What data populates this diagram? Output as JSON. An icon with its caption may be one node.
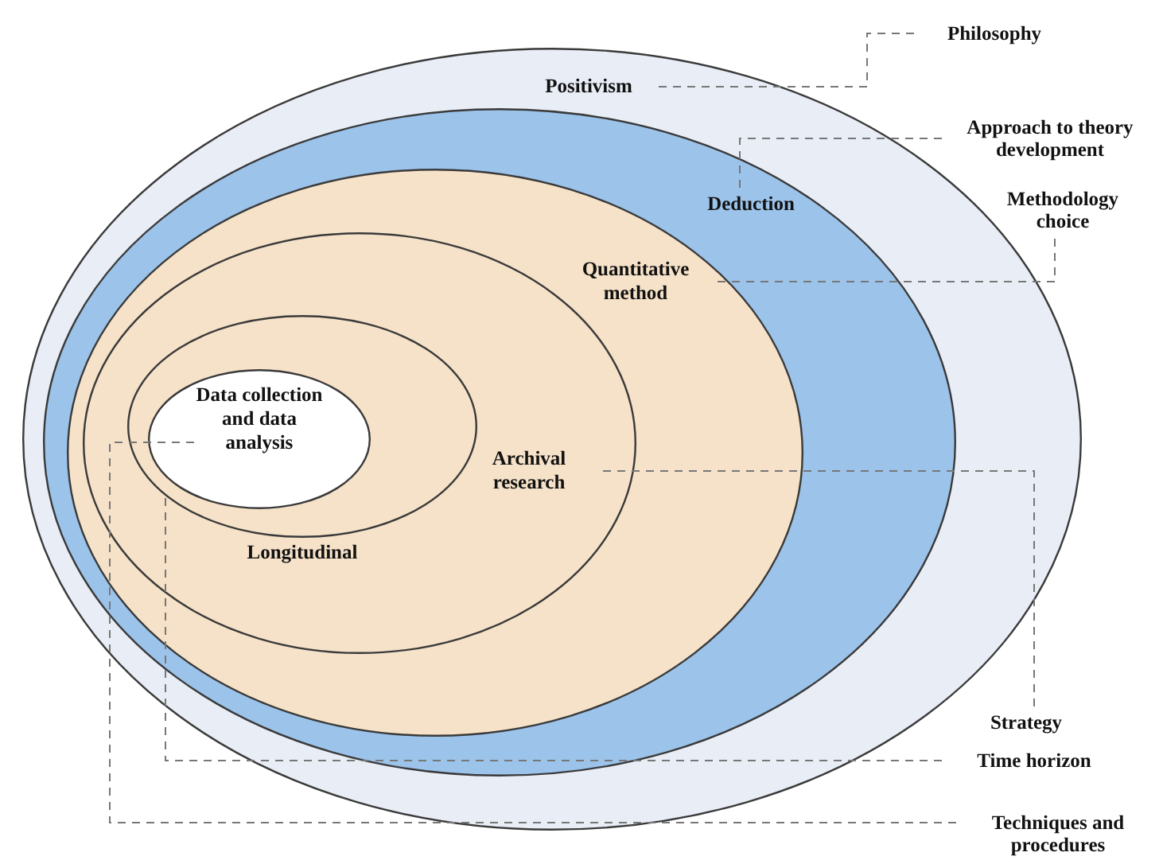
{
  "diagram": {
    "nodes": [
      {
        "text": [
          "Positivism"
        ]
      },
      {
        "text": [
          "Deduction"
        ],
        "in": 0
      },
      {
        "text": [
          "Quantitative method"
        ],
        "in": 1
      },
      {
        "text": [
          "Archival research"
        ],
        "in": 2
      },
      {
        "text": [
          "Longitudinal"
        ],
        "in": 3
      },
      {
        "text": [
          "Data collection and data analysis"
        ],
        "in": 4
      },
      {
        "text": [
          "Philosophy"
        ]
      },
      {
        "text": [
          "Approach to theory development"
        ]
      },
      {
        "text": [
          "Methodology choice"
        ]
      },
      {
        "text": [
          "Strategy"
        ]
      },
      {
        "text": [
          "Time horizon"
        ]
      },
      {
        "text": [
          "Techniques and procedures"
        ]
      }
    ],
    "edges": [
      {
        "from": 0,
        "to": 6,
        "arrow": "none",
        "style": "dashed"
      },
      {
        "from": 1,
        "to": 7,
        "arrow": "none",
        "style": "dashed"
      },
      {
        "from": 2,
        "to": 8,
        "arrow": "none",
        "style": "dashed"
      },
      {
        "from": 3,
        "to": 9,
        "arrow": "none",
        "style": "dashed"
      },
      {
        "from": 4,
        "to": 10,
        "arrow": "none",
        "style": "dashed"
      },
      {
        "from": 5,
        "to": 11,
        "arrow": "none",
        "style": "dashed"
      }
    ]
  }
}
